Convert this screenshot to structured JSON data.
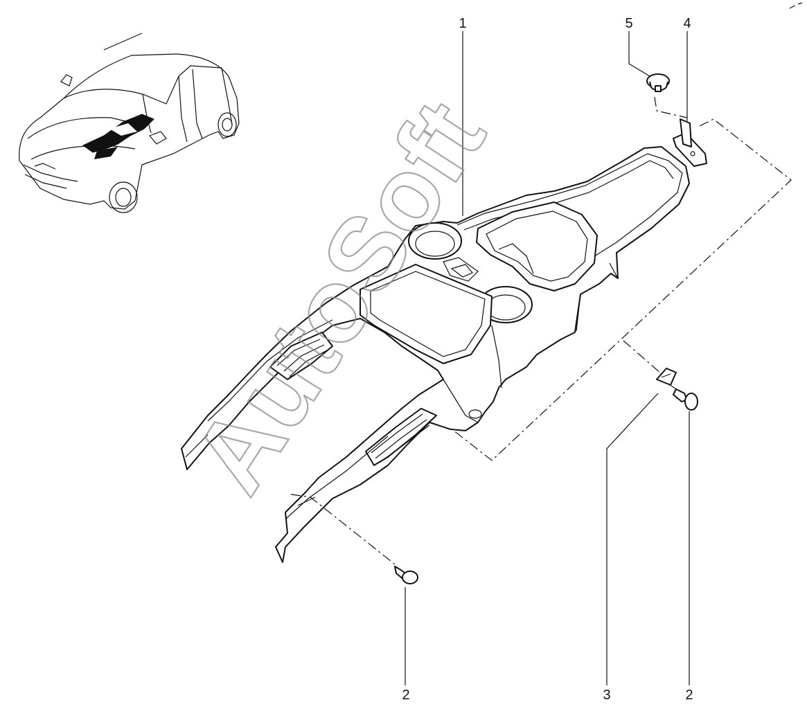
{
  "callouts": {
    "part_1": "1",
    "part_2_left": "2",
    "part_3": "3",
    "part_2_right": "2",
    "part_4": "4",
    "part_5": "5"
  },
  "watermark": {
    "text": "AutoSoft"
  }
}
